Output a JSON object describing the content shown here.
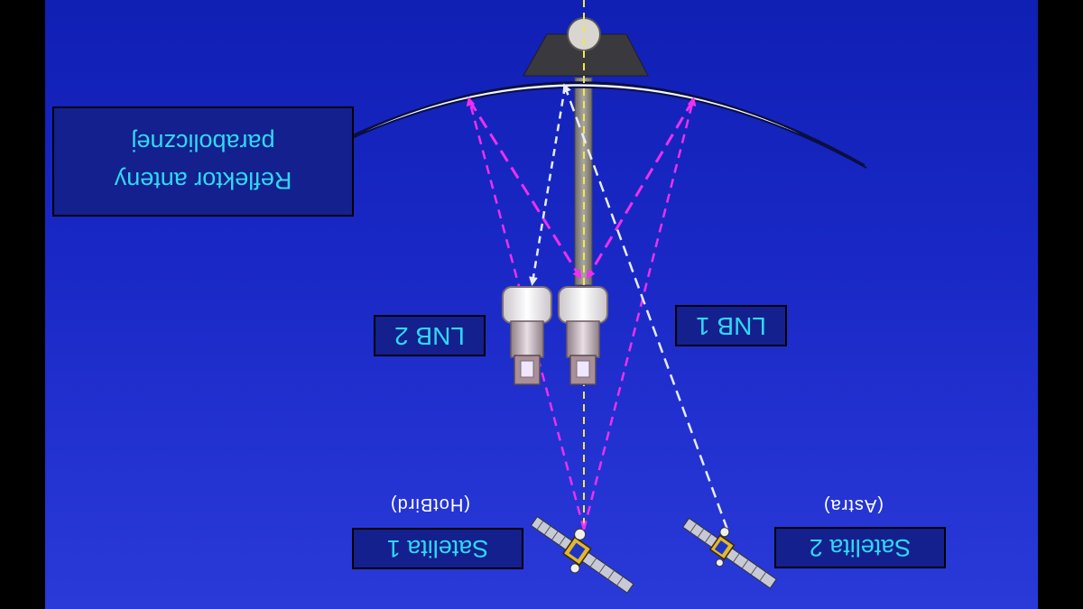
{
  "diagram": {
    "orientation": "rotated-180",
    "reflector_label_line1": "Reflektor anteny",
    "reflector_label_line2": "parabolicznej",
    "lnb1_label": "LNB 1",
    "lnb2_label": "LNB 2",
    "satellite1_label": "Satelita 1",
    "satellite1_name": "(HotBird)",
    "satellite2_label": "Satelita 2",
    "satellite2_name": "(Astra)"
  },
  "colors": {
    "background_top": "#101fb4",
    "background_bottom": "#2a3ad9",
    "label_text": "#2fd9f2",
    "label_box": "#14208e",
    "hotbird_beam": "#ee30f0",
    "astra_beam": "#e8ecff",
    "axis_line": "#f2e64a"
  }
}
